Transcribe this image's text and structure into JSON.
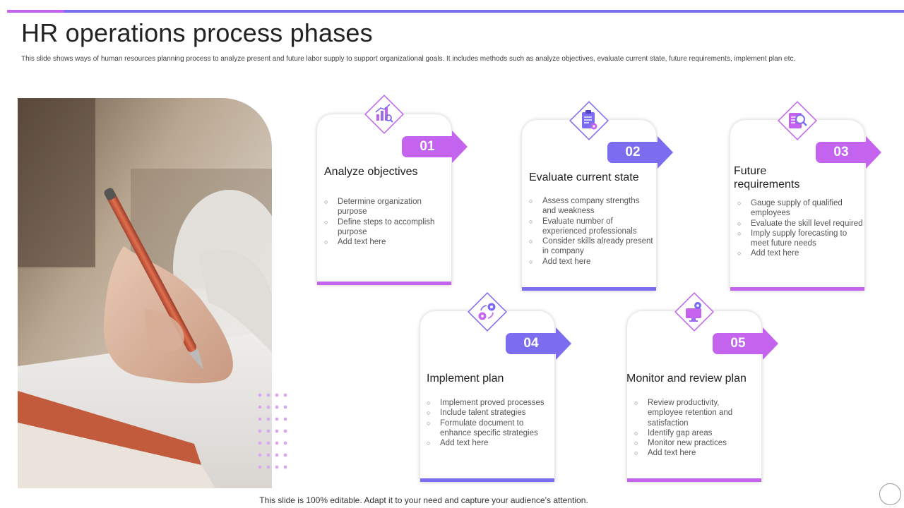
{
  "title": "HR operations process phases",
  "subtitle": "This slide shows ways of human resources planning process to analyze present and future labor supply to support organizational goals. It includes methods such as analyze objectives, evaluate current state, future requirements, implement  plan etc.",
  "footer": "This slide is 100% editable. Adapt it to your need and capture your audience’s attention.",
  "colors": {
    "purple": "#c463ee",
    "violet": "#7b6cf0"
  },
  "phases": [
    {
      "number": "01",
      "title": "Analyze objectives",
      "icon": "growth-chart-search-icon",
      "items": [
        "Determine organization purpose",
        "Define steps to accomplish purpose",
        "Add text here"
      ]
    },
    {
      "number": "02",
      "title": "Evaluate current state",
      "icon": "clipboard-gear-icon",
      "items": [
        "Assess company strengths and weakness",
        "Evaluate number of experienced professionals",
        "Consider skills already present in company",
        "Add text here"
      ]
    },
    {
      "number": "03",
      "title": "Future requirements",
      "icon": "document-magnifier-icon",
      "items": [
        "Gauge supply of qualified employees",
        "Evaluate the skill level required",
        "Imply supply forecasting to meet future needs",
        "Add text here"
      ]
    },
    {
      "number": "04",
      "title": "Implement plan",
      "icon": "process-cycle-icon",
      "items": [
        "Implement proved processes",
        "Include talent strategies",
        "Formulate document to enhance specific strategies",
        "Add text here"
      ]
    },
    {
      "number": "05",
      "title": "Monitor and review plan",
      "icon": "monitor-gear-icon",
      "items": [
        "Review productivity, employee retention and satisfaction",
        "Identify gap areas",
        "Monitor new practices",
        "Add text here"
      ]
    }
  ]
}
